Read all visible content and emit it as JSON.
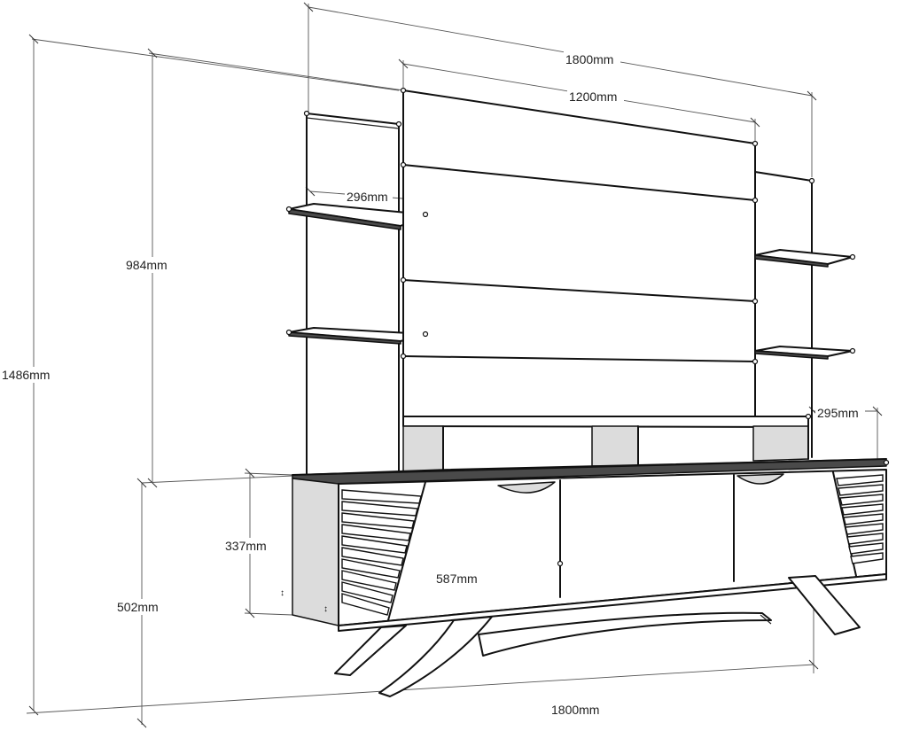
{
  "dimensions": {
    "total_width_top": "1800mm",
    "back_panel_width": "1200mm",
    "shelf_width": "296mm",
    "wall_unit_height": "984mm",
    "total_height": "1486mm",
    "depth": "295mm",
    "cabinet_height": "337mm",
    "floor_to_top": "502mm",
    "inner_width": "587mm",
    "total_width_bottom": "1800mm"
  }
}
